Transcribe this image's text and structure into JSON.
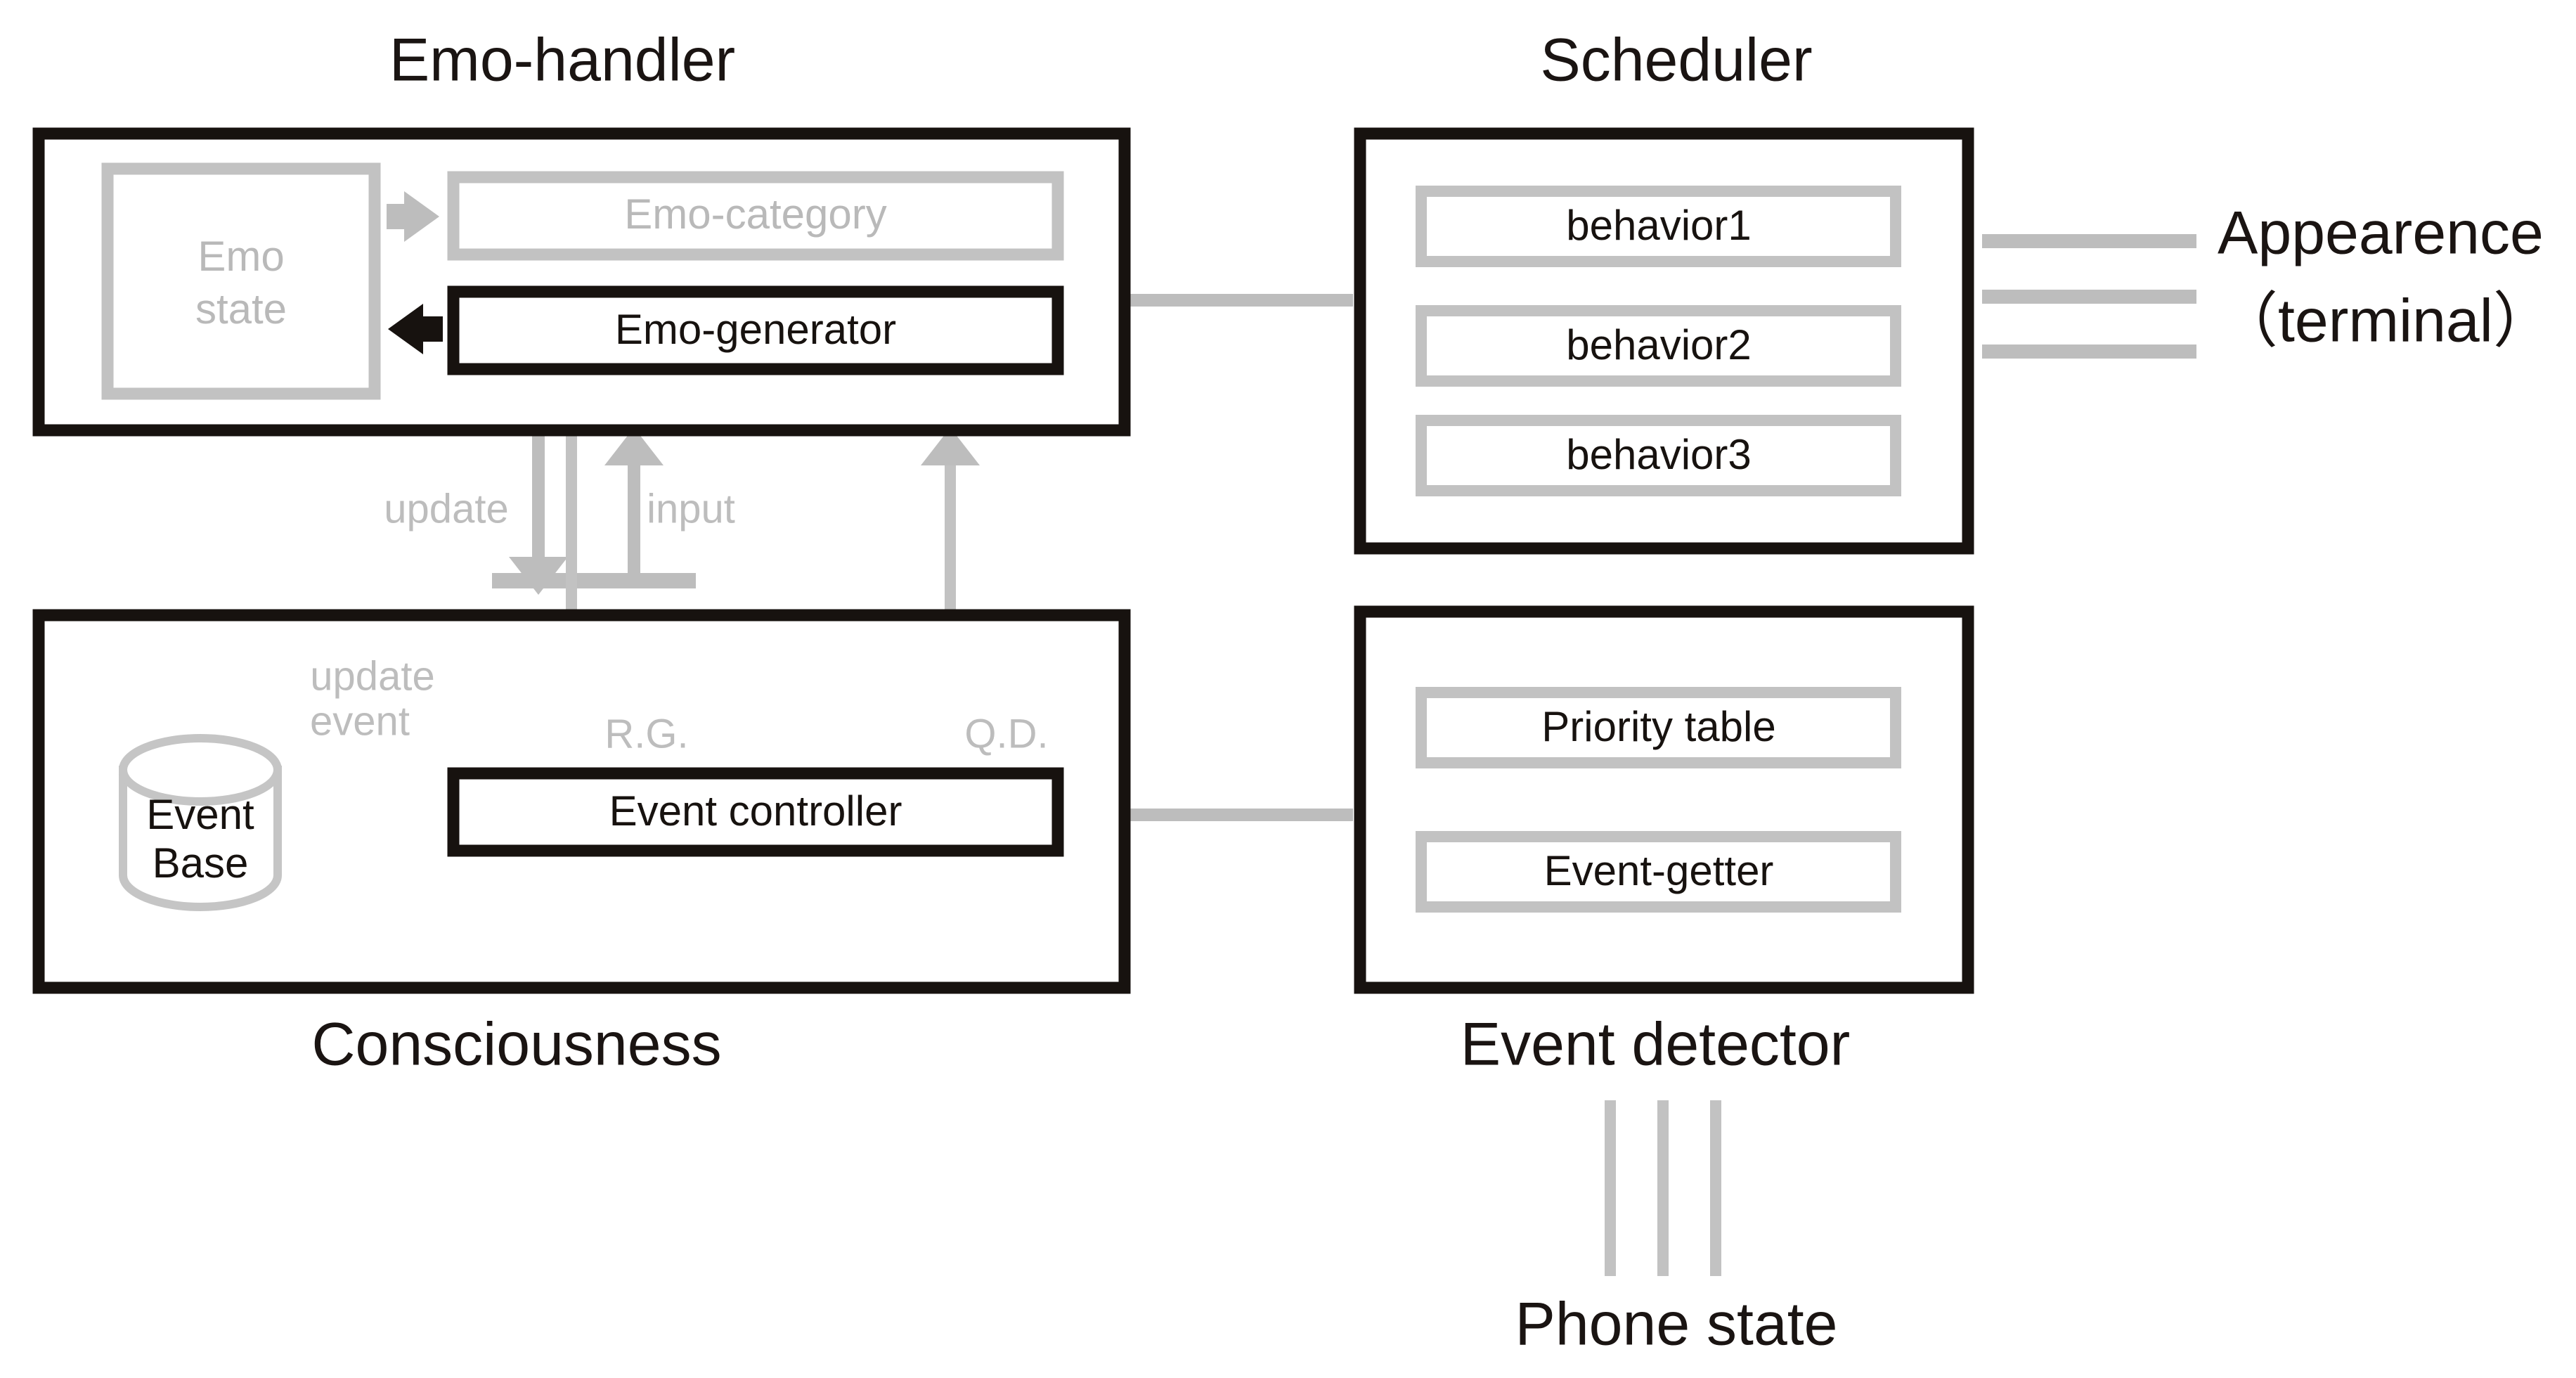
{
  "diagram": {
    "title_emo_handler": "Emo-handler",
    "title_scheduler": "Scheduler",
    "title_consciousness": "Consciousness",
    "title_event_detector": "Event detector",
    "title_phone_state": "Phone state",
    "appearence_line1": "Appearence",
    "appearence_line2": "（terminal）"
  },
  "emo_handler": {
    "emo_state_line1": "Emo",
    "emo_state_line2": "state",
    "emo_category": "Emo-category",
    "emo_generator": "Emo-generator"
  },
  "scheduler": {
    "behaviors": [
      {
        "label": "behavior1"
      },
      {
        "label": "behavior2"
      },
      {
        "label": "behavior3"
      }
    ]
  },
  "consciousness": {
    "event_base_line1": "Event",
    "event_base_line2": "Base",
    "event_controller": "Event controller"
  },
  "event_detector": {
    "priority_table": "Priority table",
    "event_getter": "Event-getter"
  },
  "arrow_labels": {
    "update": "update",
    "input": "input",
    "rg": "R.G.",
    "qd": "Q.D.",
    "update_event_line1": "update",
    "update_event_line2": "event"
  },
  "colors": {
    "dark": "#17120f",
    "gray": "#bdbdbd",
    "gray_light": "#c8c8c8",
    "background": "#ffffff"
  }
}
